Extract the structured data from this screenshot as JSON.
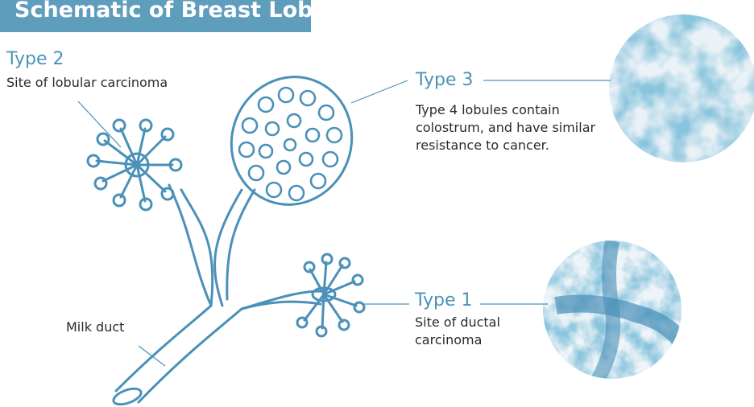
{
  "title": "Schematic of Breast Lobules",
  "labels": {
    "type2": {
      "heading": "Type 2",
      "caption": "Site of lobular carcinoma"
    },
    "type3": {
      "heading": "Type 3",
      "caption_line1": "Type 4 lobules contain",
      "caption_line2": "colostrum, and have similar",
      "caption_line3": "resistance to cancer."
    },
    "type1": {
      "heading": "Type 1",
      "caption_line1": "Site of ductal",
      "caption_line2": "carcinoma"
    },
    "milk_duct": "Milk duct"
  },
  "colors": {
    "banner": "#5f9dbd",
    "heading": "#4c93b8",
    "line": "#4a90b8",
    "micrograph_light": "#eef4f8",
    "micrograph_dark": "#3f8db5"
  }
}
